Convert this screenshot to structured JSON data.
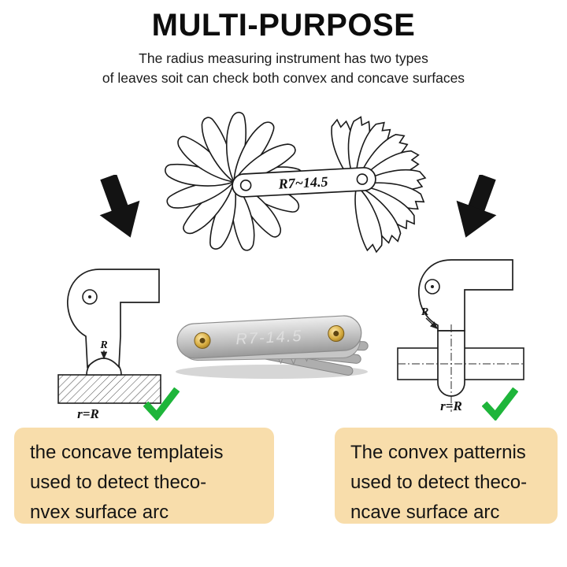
{
  "header": {
    "title": "MULTI-PURPOSE",
    "subtitle": "The radius measuring instrument has two types\nof leaves soit can check both convex and concave surfaces"
  },
  "fan_diagram": {
    "model_label": "R7~14.5"
  },
  "left_figure": {
    "radius_label": "R",
    "equation": "r=R"
  },
  "right_figure": {
    "radius_label": "R",
    "equation": "r=R"
  },
  "product_photo": {
    "engraving": "R7-14.5"
  },
  "callouts": {
    "left_text": "the concave templateis\nused to detect theco-\nnvex surface arc",
    "right_text": "The convex patternis\nused to detect theco-\nncave surface arc"
  },
  "colors": {
    "callout_bg": "#f8ddab",
    "check_green": "#1eb53a",
    "arrow_black": "#131313",
    "line_ink": "#1f1f1f"
  },
  "icons": [
    "down-left-arrow-icon",
    "down-right-arrow-icon",
    "checkmark-icon"
  ]
}
